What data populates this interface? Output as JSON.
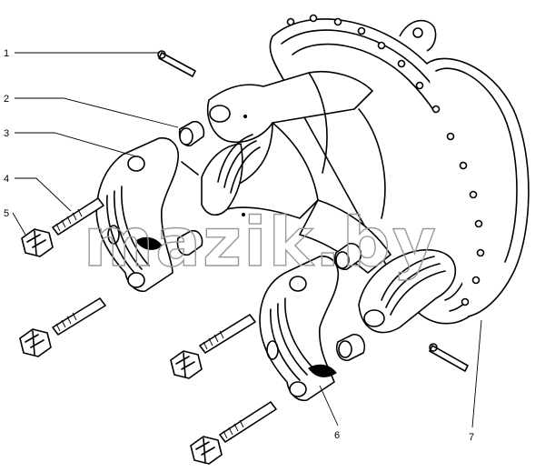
{
  "diagram": {
    "callouts": [
      {
        "id": "1",
        "label": "1"
      },
      {
        "id": "2",
        "label": "2"
      },
      {
        "id": "3",
        "label": "3"
      },
      {
        "id": "4",
        "label": "4"
      },
      {
        "id": "5",
        "label": "5"
      },
      {
        "id": "6",
        "label": "6"
      },
      {
        "id": "7",
        "label": "7"
      }
    ],
    "watermark": "mazik.by"
  }
}
